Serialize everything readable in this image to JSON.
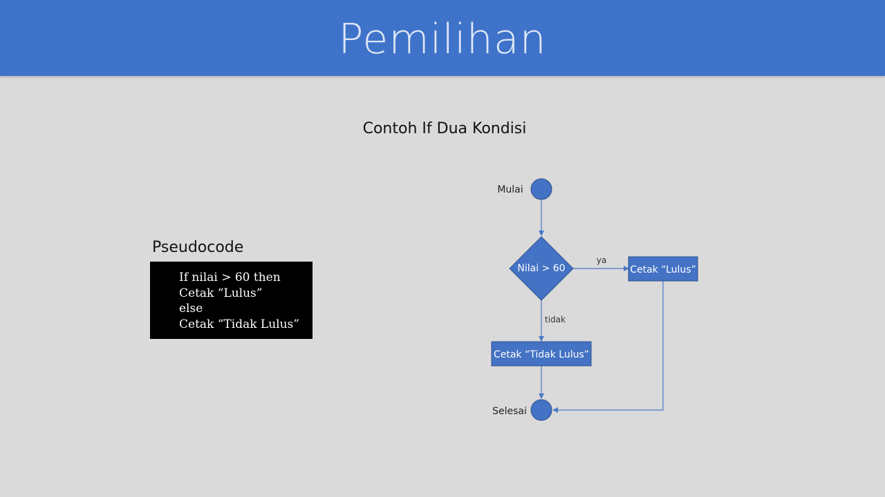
{
  "slide": {
    "title": "Pemilihan",
    "subtitle": "Contoh If Dua Kondisi"
  },
  "pseudocode": {
    "label": "Pseudocode",
    "lines": [
      "If nilai > 60 then",
      "Cetak “Lulus”",
      "else",
      "Cetak “Tidak Lulus”"
    ]
  },
  "flowchart": {
    "start_label": "Mulai",
    "decision": "Nilai > 60",
    "yes_label": "ya",
    "no_label": "tidak",
    "process_yes": "Cetak “Lulus”",
    "process_no": "Cetak “Tidak Lulus”",
    "end_label": "Selesai"
  },
  "colors": {
    "header": "#3e73c9",
    "shape_fill": "#4472c4",
    "shape_stroke": "#2f528f",
    "line": "#4a78c8",
    "background": "#dadada"
  }
}
